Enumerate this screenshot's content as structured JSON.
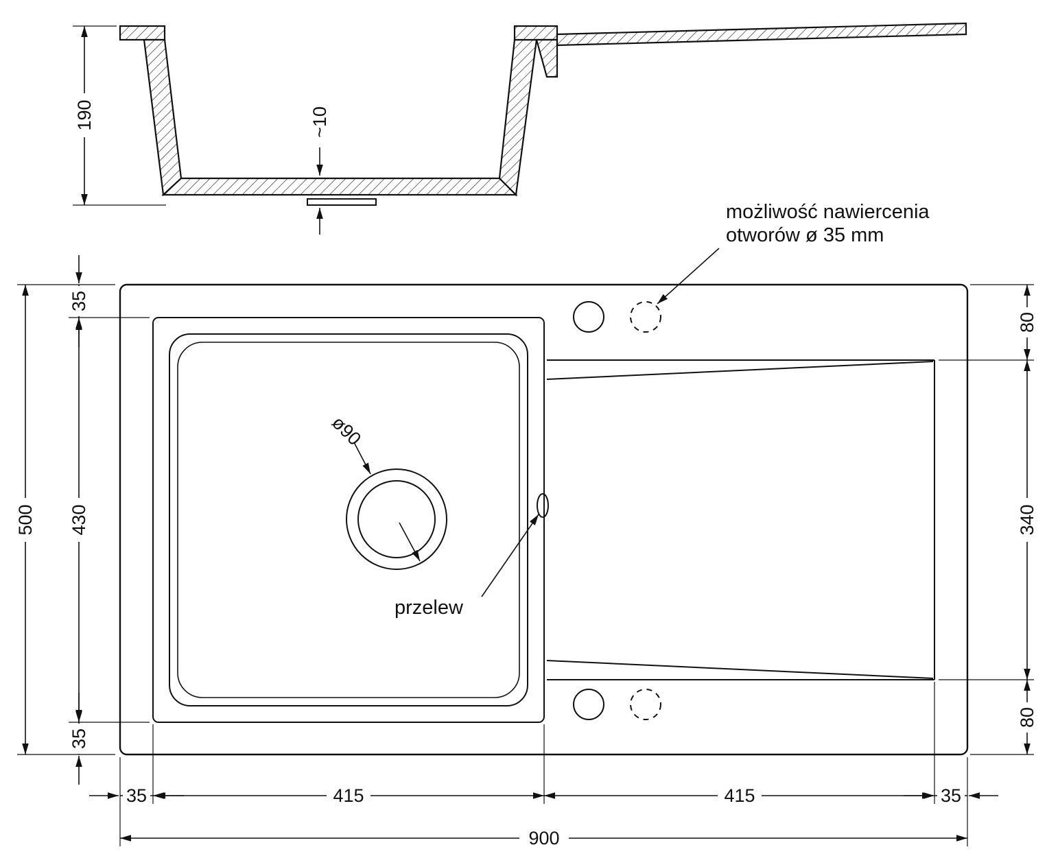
{
  "side_view": {
    "depth": "190",
    "bottom_gap": "~10"
  },
  "plan_view": {
    "note_line1": "możliwość nawiercenia",
    "note_line2": "otworów ø 35 mm",
    "overflow_label": "przelew",
    "drain_diameter": "ø90"
  },
  "dimensions": {
    "overall_width": "900",
    "overall_height": "500",
    "margin_top": "35",
    "basin_height": "430",
    "margin_bottom": "35",
    "drainer_offset_top": "80",
    "drainer_height": "340",
    "drainer_offset_bottom": "80",
    "margin_left": "35",
    "basin_width": "415",
    "drainer_width": "415",
    "margin_right": "35"
  },
  "colors": {
    "line": "#111111",
    "background": "#ffffff"
  }
}
